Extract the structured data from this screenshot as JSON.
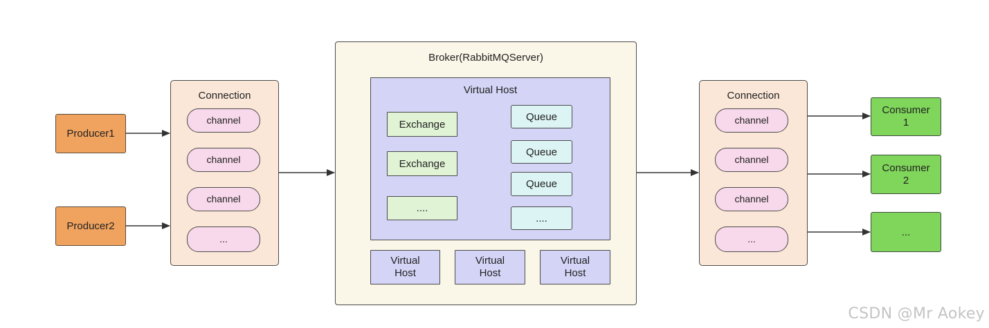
{
  "producers": [
    {
      "label": "Producer1"
    },
    {
      "label": "Producer2"
    }
  ],
  "left_connection": {
    "title": "Connection",
    "channels": [
      "channel",
      "channel",
      "channel",
      "..."
    ]
  },
  "broker": {
    "title": "Broker(RabbitMQServer)",
    "virtual_host": {
      "title": "Virtual Host",
      "exchanges": [
        "Exchange",
        "Exchange",
        "...."
      ],
      "queues": [
        "Queue",
        "Queue",
        "Queue",
        "...."
      ]
    },
    "other_virtual_hosts": [
      "Virtual\nHost",
      "Virtual\nHost",
      "Virtual\nHost"
    ]
  },
  "right_connection": {
    "title": "Connection",
    "channels": [
      "channel",
      "channel",
      "channel",
      "..."
    ]
  },
  "consumers": [
    {
      "label": "Consumer\n1"
    },
    {
      "label": "Consumer\n2"
    },
    {
      "label": "..."
    }
  ],
  "watermark": "CSDN @Mr  Aokey",
  "colors": {
    "producer": "#f0a35e",
    "connection": "#fae7d7",
    "channel": "#f8d9ec",
    "broker": "#fbf7e8",
    "virtual_host": "#d4d4f7",
    "exchange": "#e1f3d5",
    "queue": "#dcf4f3",
    "consumer": "#7fd65a"
  }
}
